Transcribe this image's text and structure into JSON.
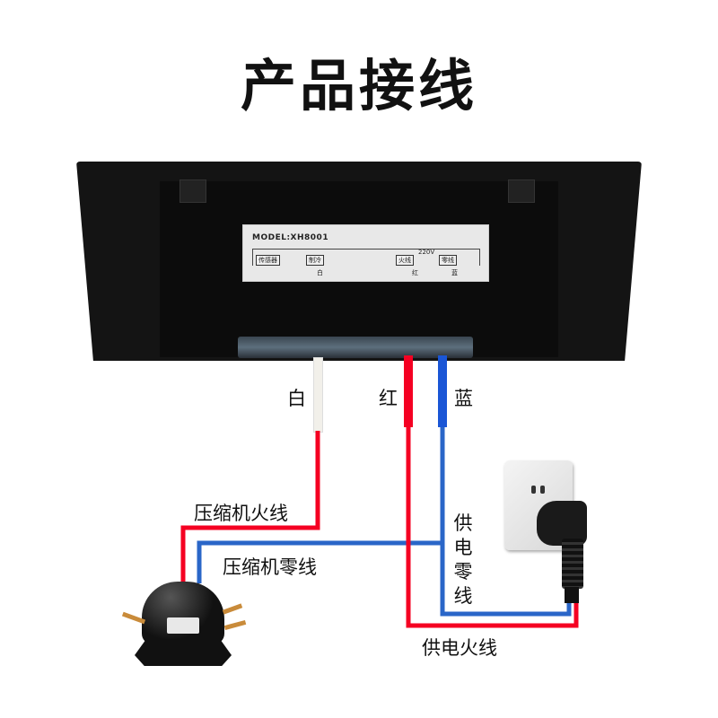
{
  "title": "产品接线",
  "device": {
    "model": "MODEL:XH8001",
    "voltage": "220V",
    "terminals": [
      {
        "label": "传感器",
        "color_label": ""
      },
      {
        "label": "制冷",
        "color_label": "白"
      },
      {
        "label": "火线",
        "color_label": "红"
      },
      {
        "label": "零线",
        "color_label": "蓝"
      }
    ]
  },
  "wires": {
    "white": {
      "label": "白",
      "color": "#f2f0ea"
    },
    "red": {
      "label": "红",
      "color": "#f50022"
    },
    "blue": {
      "label": "蓝",
      "color": "#1a56d6"
    }
  },
  "annotations": {
    "compressor_live": "压缩机火线",
    "compressor_neutral": "压缩机零线",
    "supply_neutral": [
      "供",
      "电",
      "零",
      "线"
    ],
    "supply_live": "供电火线"
  },
  "colors": {
    "live": "#f50022",
    "neutral": "#2a66c8",
    "background": "#ffffff"
  }
}
